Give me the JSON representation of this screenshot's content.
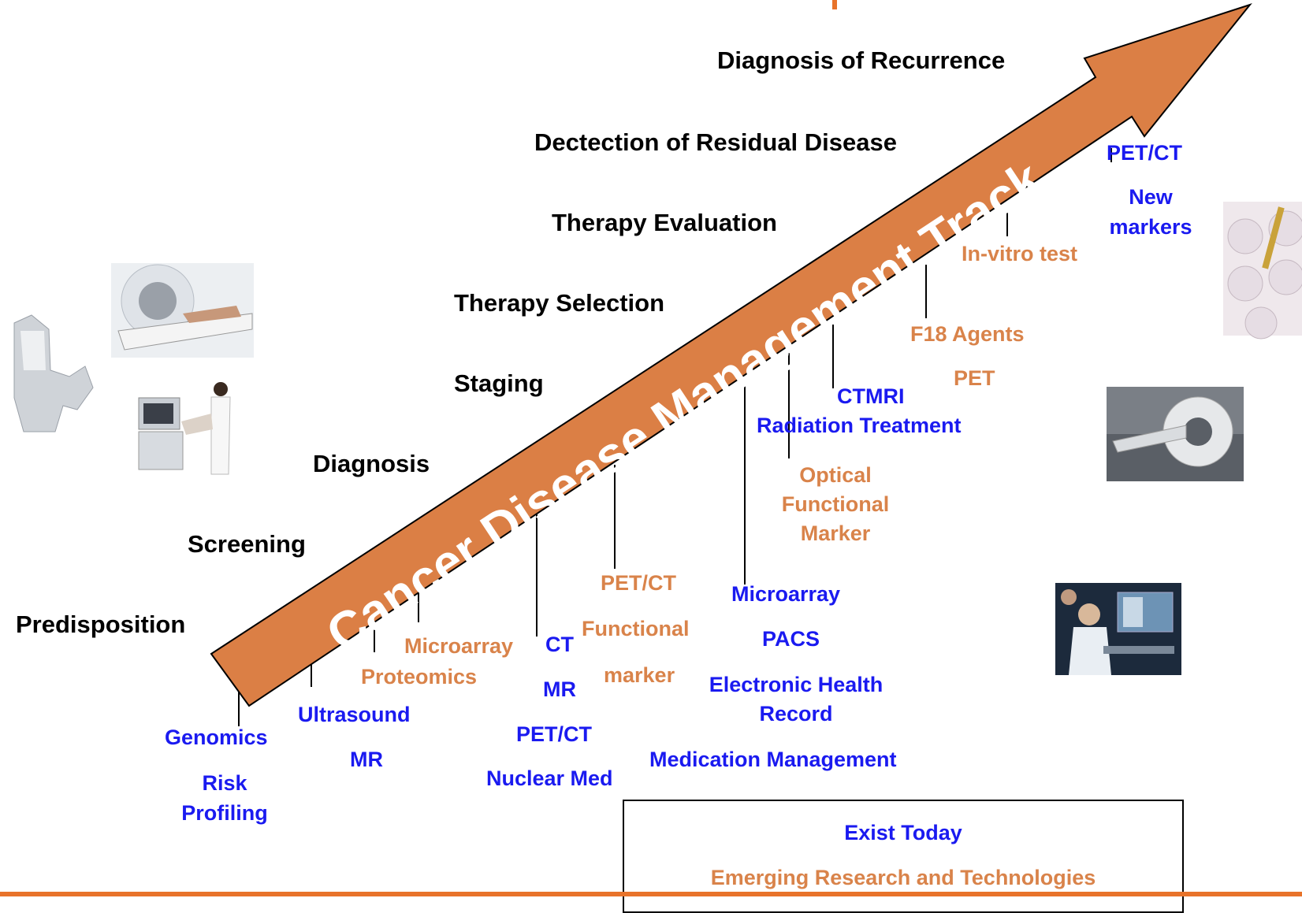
{
  "track_title": "Cancer Disease Management Track",
  "stages": {
    "predisposition": "Predisposition",
    "screening": "Screening",
    "diagnosis": "Diagnosis",
    "staging": "Staging",
    "therapy_selection": "Therapy Selection",
    "therapy_evaluation": "Therapy Evaluation",
    "residual": "Dectection of Residual Disease",
    "recurrence": "Diagnosis of Recurrence"
  },
  "technologies": {
    "genomics": "Genomics",
    "risk_profiling_1": "Risk",
    "risk_profiling_2": "Profiling",
    "ultrasound": "Ultrasound",
    "mr_screening": "MR",
    "microarray_emerging": "Microarray",
    "proteomics": "Proteomics",
    "ct": "CT",
    "mr_diag": "MR",
    "petct_diag": "PET/CT",
    "nuclear_med": "Nuclear Med",
    "petct_emerging": "PET/CT",
    "functional": "Functional",
    "marker": "marker",
    "microarray_today": "Microarray",
    "pacs": "PACS",
    "ehr_1": "Electronic Health",
    "ehr_2": "Record",
    "medication": "Medication Management",
    "optical_1": "Optical",
    "optical_2": "Functional",
    "optical_3": "Marker",
    "ctmri": "CTMRI",
    "radiation": "Radiation Treatment",
    "f18": "F18 Agents",
    "pet": "PET",
    "invitro": "In-vitro test",
    "petct_recur": "PET/CT",
    "new_1": "New",
    "new_2": "markers"
  },
  "legend": {
    "exist_today": "Exist Today",
    "emerging": "Emerging Research and Technologies"
  },
  "colors": {
    "arrow": "#db7f45",
    "exist_today": "#1a1af0",
    "emerging": "#d9834a",
    "stage_text": "#000000",
    "accent_line": "#e8732a"
  }
}
